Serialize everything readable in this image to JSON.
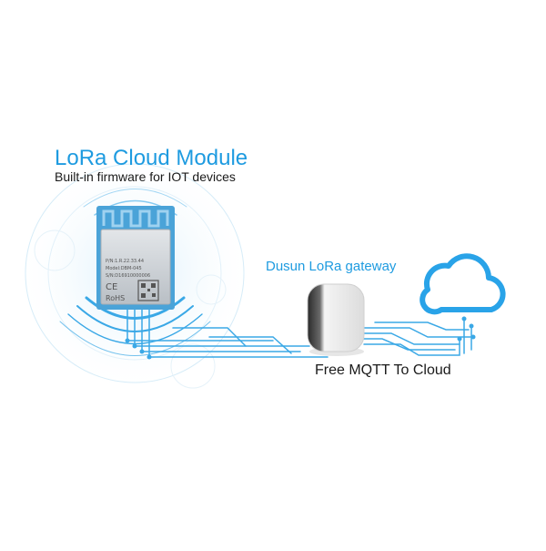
{
  "title": "LoRa Cloud Module",
  "subtitle": "Built-in firmware for IOT devices",
  "gateway_label": "Dusun LoRa gateway",
  "mqtt_label": "Free MQTT To Cloud",
  "module": {
    "pn_line": "P/N:1.R.22.33.44",
    "model_line": "Model:DBM-045",
    "sn_line": "S/N:D16910000006",
    "ce_mark": "CE",
    "rohs_mark": "RoHS"
  },
  "colors": {
    "accent": "#1e9be0",
    "circuit": "#3aa8e6",
    "chip_shield": "#c9ced3",
    "chip_pcb": "#4aa3d8"
  },
  "icons": [
    "cloud-icon",
    "wireless-signal-icon",
    "gateway-device-icon",
    "qr-code-icon"
  ]
}
